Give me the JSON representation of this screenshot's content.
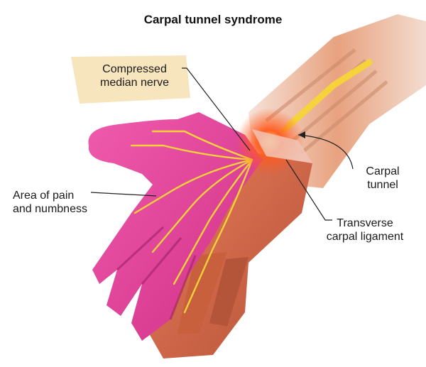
{
  "title": "Carpal tunnel syndrome",
  "labels": {
    "compressed_nerve": [
      "Compressed",
      "median nerve"
    ],
    "area_of_pain": [
      "Area of pain",
      "and numbness"
    ],
    "carpal_tunnel": [
      "Carpal",
      "tunnel"
    ],
    "transverse_ligament": [
      "Transverse",
      "carpal ligament"
    ]
  },
  "colors": {
    "label_highlight": "#f7e6bd",
    "pain_area": "#e43d96",
    "hand_skin": "#e07a5a",
    "nerve": "#f6d23b",
    "compression_glow": "#ff5a1e",
    "leader_line": "#222222"
  }
}
